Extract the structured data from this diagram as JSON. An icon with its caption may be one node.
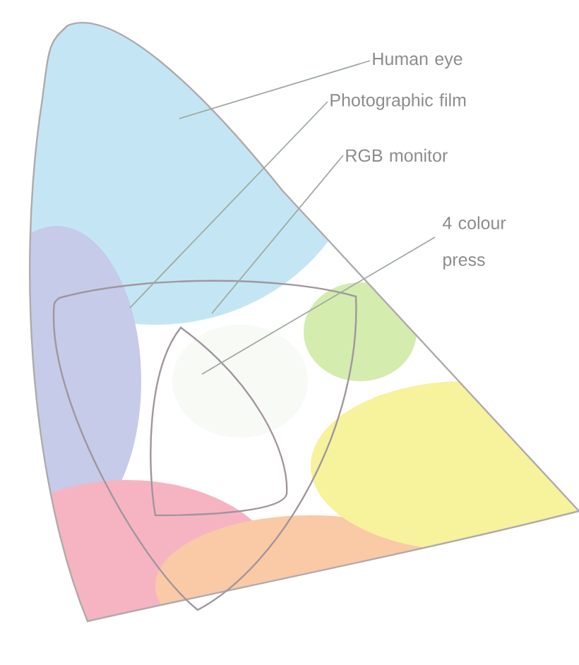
{
  "diagram": {
    "nodes": [
      {
        "text": [],
        "shape": "picture"
      },
      {
        "text": [
          "Human eye"
        ]
      },
      {
        "text": [
          "Photographic film"
        ]
      },
      {
        "text": [
          "RGB monitor"
        ]
      },
      {
        "text": [
          "4 colour press"
        ]
      },
      {
        "text": [],
        "shape": "triangle",
        "in": 0
      },
      {
        "text": [],
        "shape": "triangle",
        "in": 5
      }
    ],
    "edges": [
      {
        "from": 1,
        "to": 0,
        "arrow": "none"
      },
      {
        "from": 2,
        "to": 5,
        "arrow": "none"
      },
      {
        "from": 3,
        "to": 5,
        "arrow": "none"
      },
      {
        "from": 4,
        "to": 6,
        "arrow": "none"
      }
    ]
  }
}
